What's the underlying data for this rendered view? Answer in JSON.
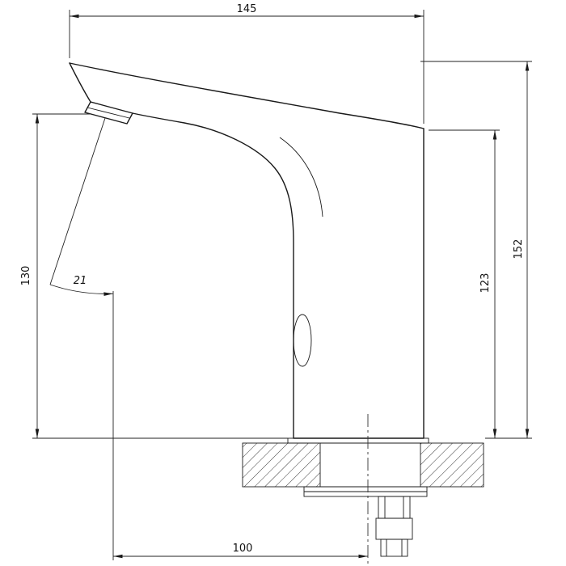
{
  "dimensions": {
    "overall_length": "145",
    "overall_height": "152",
    "body_height": "123",
    "outlet_height": "130",
    "spray_angle": "21",
    "outlet_to_mount_axis": "100"
  },
  "colors": {
    "line": "#1a1a1a",
    "background": "#ffffff",
    "text": "#111111"
  }
}
